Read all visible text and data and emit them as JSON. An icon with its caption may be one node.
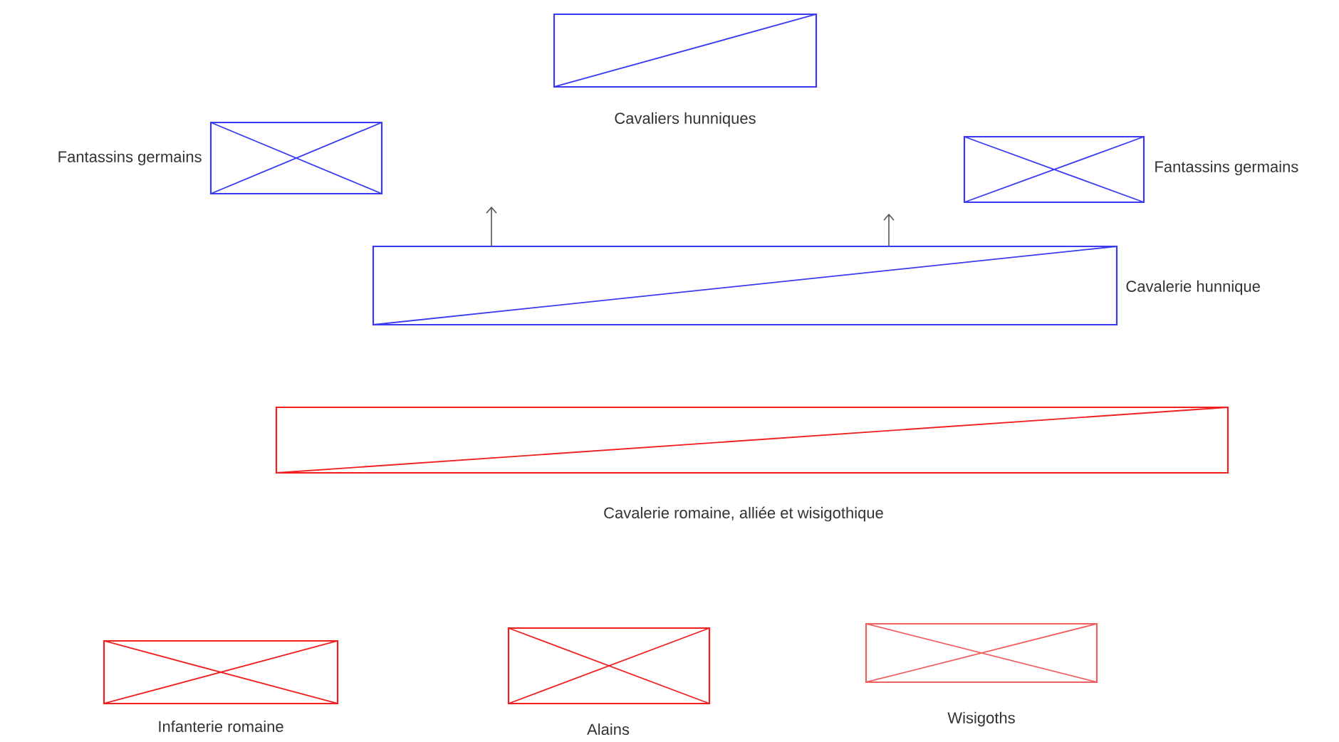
{
  "diagram": {
    "nodes": [
      {
        "text": [
          "Cavaliers hunniques"
        ]
      },
      {
        "text": [
          "Fantassins germains"
        ]
      },
      {
        "text": [
          "Fantassins germains"
        ]
      },
      {
        "text": [
          "Cavalerie hunnique"
        ]
      },
      {
        "text": [
          "Cavalerie romaine, alliée et wisigothique"
        ]
      },
      {
        "text": [
          "Infanterie romaine"
        ]
      },
      {
        "text": [
          "Alains"
        ]
      },
      {
        "text": [
          "Wisigoths"
        ]
      }
    ],
    "edges": [
      {
        "from": 3,
        "to": null,
        "arrow": "to"
      },
      {
        "from": 3,
        "to": null,
        "arrow": "to"
      }
    ]
  }
}
